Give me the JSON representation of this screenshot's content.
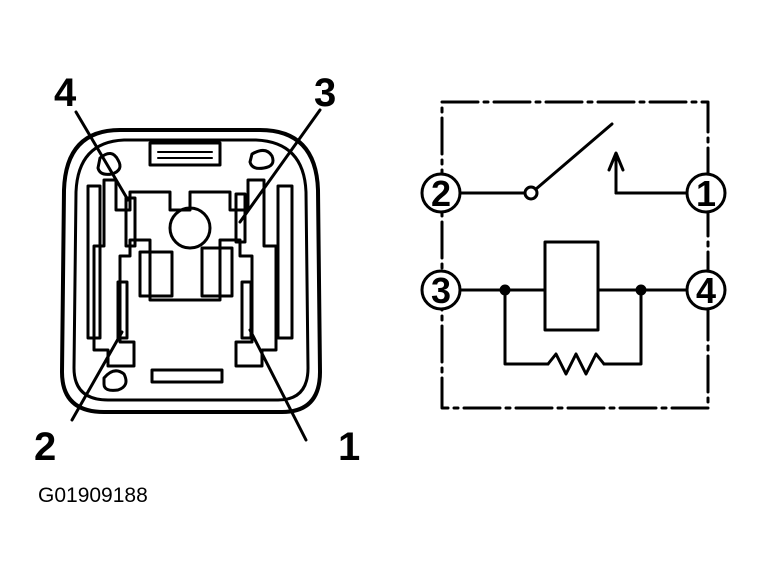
{
  "connector_view": {
    "pin_labels": {
      "pin_4": "4",
      "pin_3": "3",
      "pin_2": "2",
      "pin_1": "1"
    }
  },
  "schematic": {
    "terminals": {
      "t2": "2",
      "t1": "1",
      "t3": "3",
      "t4": "4"
    }
  },
  "figure_code": "G01909188",
  "colors": {
    "ink": "#000000",
    "background": "#ffffff"
  }
}
